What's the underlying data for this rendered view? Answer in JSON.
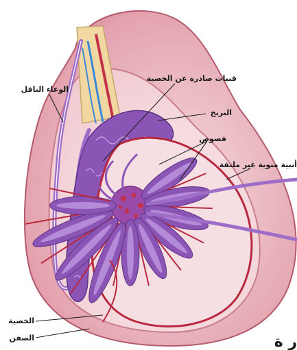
{
  "labels": {
    "vas_deferens": "الوعاء الناقل",
    "efferent_ducts": "قنيات صادرة عن الخصية",
    "epididymis": "البربخ",
    "lobules": "فصوص",
    "seminiferous_tubules": "أنبية منوية غير ملتفة",
    "testis": "الخصية",
    "scrotum": "الصفن"
  },
  "corner_text": "ر ة",
  "colors": {
    "scrotum_outer": "#c9707f",
    "scrotum_inner": "#f3d3d7",
    "tunica": "#e8a7b0",
    "tubule_purple": "#8b55b5",
    "tubule_light": "#b58ad8",
    "septa_red": "#b8283e",
    "vein_blue": "#3a8ad6",
    "cord_cream": "#f1d7a2"
  }
}
